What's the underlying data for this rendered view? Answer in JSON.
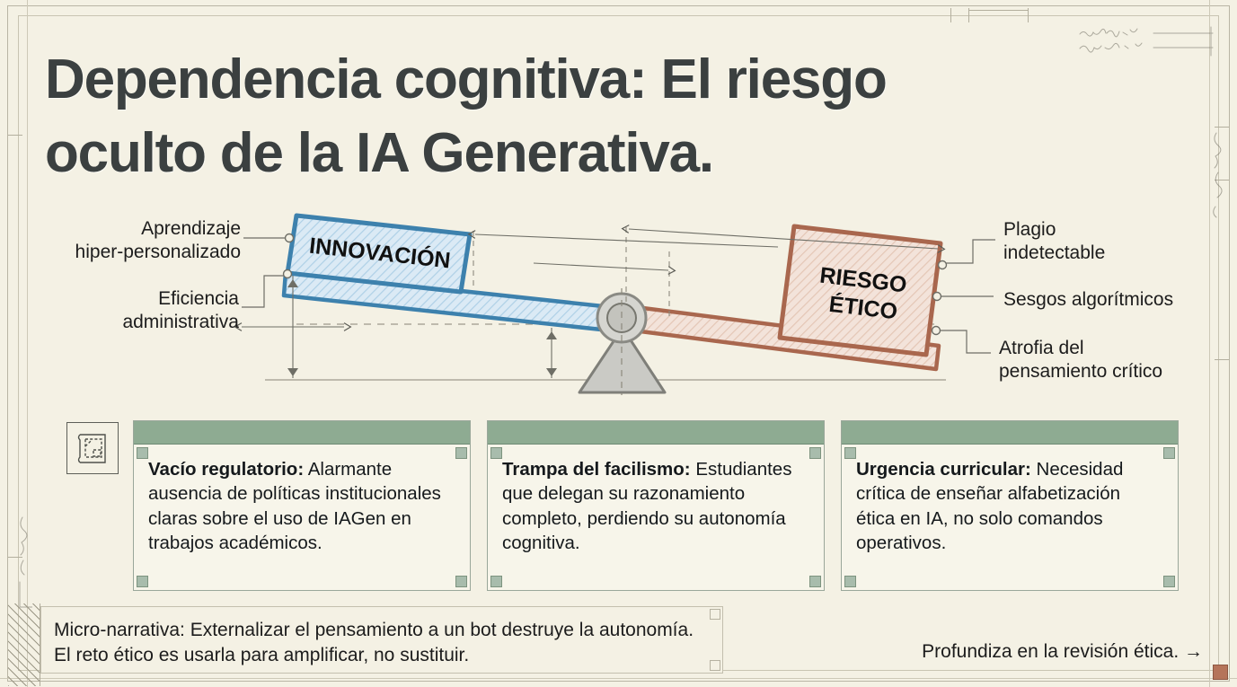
{
  "title": "Dependencia cognitiva: El riesgo oculto de la IA Generativa.",
  "title_line1": "Dependencia cognitiva: El riesgo",
  "title_line2": "oculto de la IA Generativa.",
  "diagram": {
    "left_block_label": "INNOVACIÓN",
    "right_block_label_line1": "RIESGO",
    "right_block_label_line2": "ÉTICO",
    "left_callouts": [
      {
        "line1": "Aprendizaje",
        "line2": "hiper-personalizado"
      },
      {
        "line1": "Eficiencia",
        "line2": "administrativa"
      }
    ],
    "right_callouts": [
      {
        "line1": "Plagio",
        "line2": "indetectable"
      },
      {
        "line1": "Sesgos algorítmicos",
        "line2": ""
      },
      {
        "line1": "Atrofia del",
        "line2": "pensamiento crítico"
      }
    ],
    "colors": {
      "innovation_stroke": "#3d81ad",
      "innovation_fill": "#d6e7f2",
      "risk_stroke": "#a9674e",
      "risk_fill": "#f0ded4",
      "fulcrum": "#c9c9c4",
      "background": "#f4f1e4"
    }
  },
  "icon": {
    "name": "blueprint-icon"
  },
  "cards": [
    {
      "heading": "Vacío regulatorio:",
      "body": " Alarmante ausencia de políticas institucionales claras sobre el uso de IAGen en trabajos académicos."
    },
    {
      "heading": "Trampa del facilismo:",
      "body": " Estudiantes que delegan su razonamiento completo, perdiendo su autonomía cognitiva."
    },
    {
      "heading": "Urgencia curricular:",
      "body": " Necesidad crítica de enseñar alfabetización ética en IA, no solo comandos operativos."
    }
  ],
  "footer": {
    "micro_narrative": "Micro-narrativa: Externalizar el pensamiento a un bot destruye la autonomía. El reto ético es usarla para amplificar, no sustituir.",
    "cta": "Profundiza en la revisión ética. →"
  }
}
